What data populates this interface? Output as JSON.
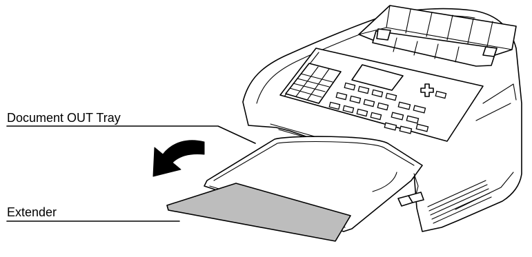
{
  "labels": {
    "document_out_tray": "Document OUT Tray",
    "extender": "Extender"
  },
  "colors": {
    "line": "#000000",
    "extender_fill": "#bdbdbd",
    "background": "#ffffff"
  },
  "icons": {
    "direction_arrow": "curved-arrow-down-left"
  }
}
